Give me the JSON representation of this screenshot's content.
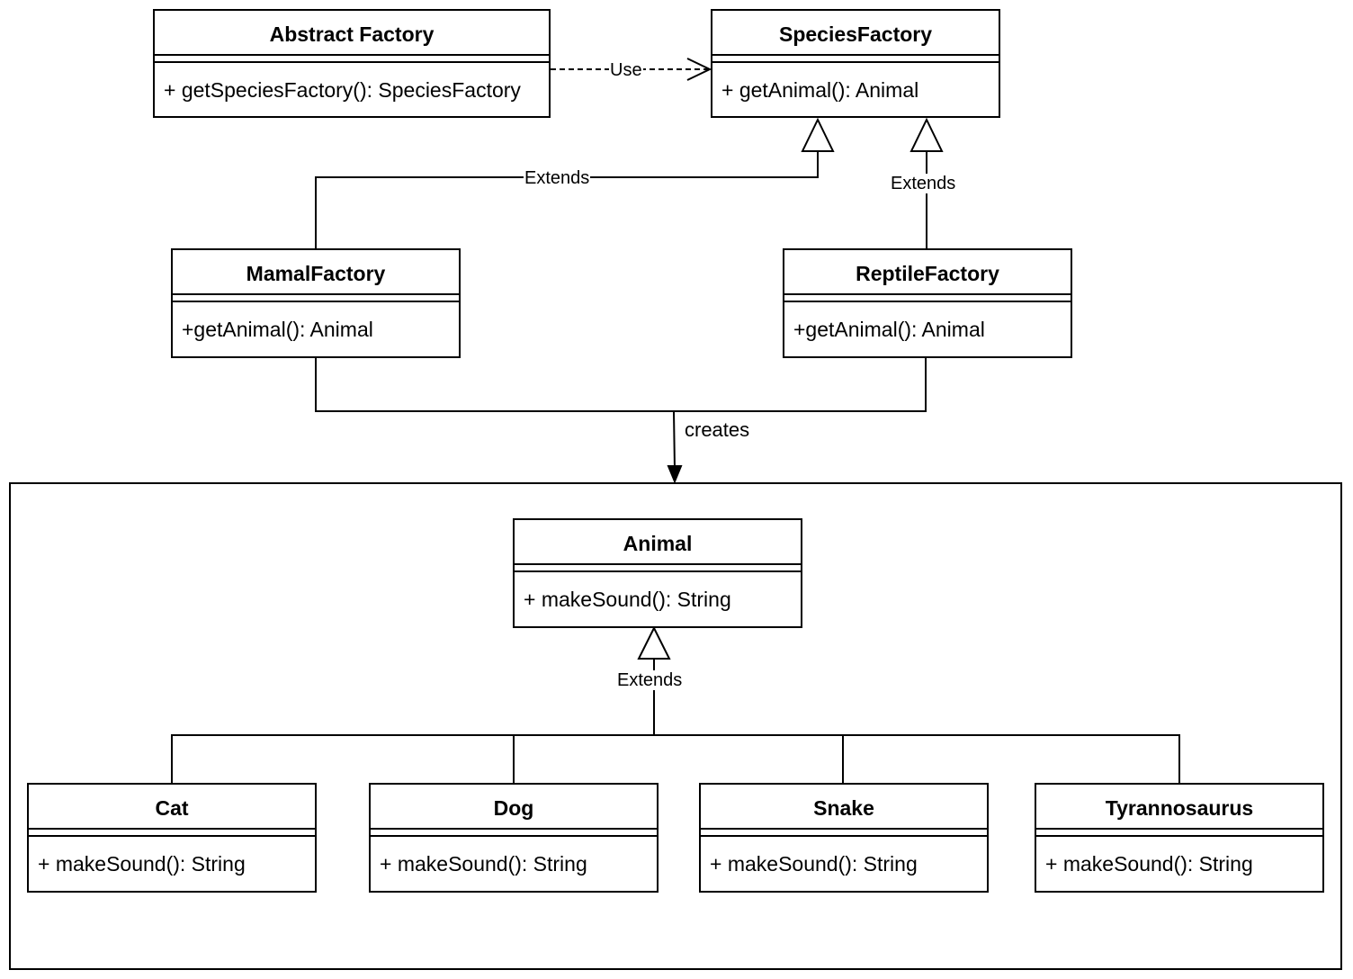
{
  "classes": {
    "abstract_factory": {
      "name": "Abstract Factory",
      "op": "+ getSpeciesFactory(): SpeciesFactory"
    },
    "species_factory": {
      "name": "SpeciesFactory",
      "op": "+ getAnimal(): Animal"
    },
    "mamal_factory": {
      "name": "MamalFactory",
      "op": "+getAnimal(): Animal"
    },
    "reptile_factory": {
      "name": "ReptileFactory",
      "op": "+getAnimal(): Animal"
    },
    "animal": {
      "name": "Animal",
      "op": "+ makeSound(): String"
    },
    "cat": {
      "name": "Cat",
      "op": "+ makeSound(): String"
    },
    "dog": {
      "name": "Dog",
      "op": "+ makeSound(): String"
    },
    "snake": {
      "name": "Snake",
      "op": "+ makeSound(): String"
    },
    "tyrannosaurus": {
      "name": "Tyrannosaurus",
      "op": "+ makeSound(): String"
    }
  },
  "edges": {
    "use": "Use",
    "extends_mamal": "Extends",
    "extends_reptile": "Extends",
    "extends_animal": "Extends",
    "creates": "creates"
  }
}
